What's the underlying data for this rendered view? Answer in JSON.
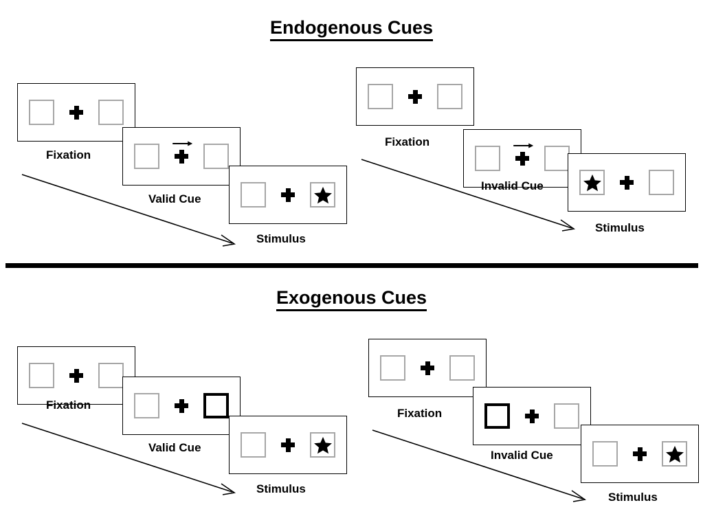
{
  "sections": [
    {
      "id": "endogenous",
      "title": "Endogenous Cues",
      "cue_type": "arrow",
      "groups": [
        {
          "id": "endogenous-valid",
          "frames": [
            {
              "label": "Fixation",
              "cue": "none",
              "cue_side": "",
              "target_side": ""
            },
            {
              "label": "Valid Cue",
              "cue": "arrow",
              "cue_side": "right",
              "target_side": ""
            },
            {
              "label": "Stimulus",
              "cue": "none",
              "cue_side": "",
              "target_side": "right"
            }
          ]
        },
        {
          "id": "endogenous-invalid",
          "frames": [
            {
              "label": "Fixation",
              "cue": "none",
              "cue_side": "",
              "target_side": ""
            },
            {
              "label": "Invalid Cue",
              "cue": "arrow",
              "cue_side": "right",
              "target_side": ""
            },
            {
              "label": "Stimulus",
              "cue": "none",
              "cue_side": "",
              "target_side": "left"
            }
          ]
        }
      ]
    },
    {
      "id": "exogenous",
      "title": "Exogenous Cues",
      "cue_type": "box-highlight",
      "groups": [
        {
          "id": "exogenous-valid",
          "frames": [
            {
              "label": "Fixation",
              "cue": "none",
              "cue_side": "",
              "target_side": ""
            },
            {
              "label": "Valid Cue",
              "cue": "highlight",
              "cue_side": "right",
              "target_side": ""
            },
            {
              "label": "Stimulus",
              "cue": "none",
              "cue_side": "",
              "target_side": "right"
            }
          ]
        },
        {
          "id": "exogenous-invalid",
          "frames": [
            {
              "label": "Fixation",
              "cue": "none",
              "cue_side": "",
              "target_side": ""
            },
            {
              "label": "Invalid Cue",
              "cue": "highlight",
              "cue_side": "left",
              "target_side": ""
            },
            {
              "label": "Stimulus",
              "cue": "none",
              "cue_side": "",
              "target_side": "right"
            }
          ]
        }
      ]
    }
  ],
  "icons": {
    "target": "star-icon",
    "fixation": "fixation-cross-icon",
    "cue_arrow": "right-arrow-cue-icon",
    "time": "time-progression-arrow-icon"
  },
  "colors": {
    "panel_border": "#000000",
    "box_border": "#a6a6a6",
    "cued_box_border": "#000000",
    "ink": "#000000",
    "background": "#ffffff"
  }
}
